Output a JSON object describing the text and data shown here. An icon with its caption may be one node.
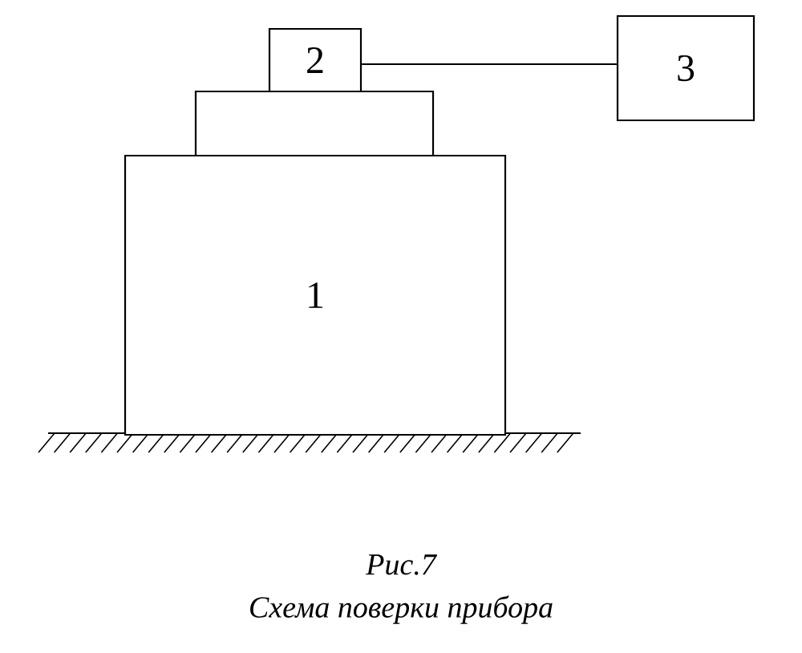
{
  "diagram": {
    "caption": "Схема поверки прибора",
    "nodes": [
      {
        "text": [
          "1"
        ]
      },
      {
        "text": [],
        "shape": "box"
      },
      {
        "text": [
          "2"
        ]
      },
      {
        "text": [
          "3"
        ]
      }
    ],
    "edges": [
      {
        "from": 2,
        "to": 3,
        "arrow": "none"
      }
    ],
    "labels": [
      "Рис.7"
    ]
  }
}
